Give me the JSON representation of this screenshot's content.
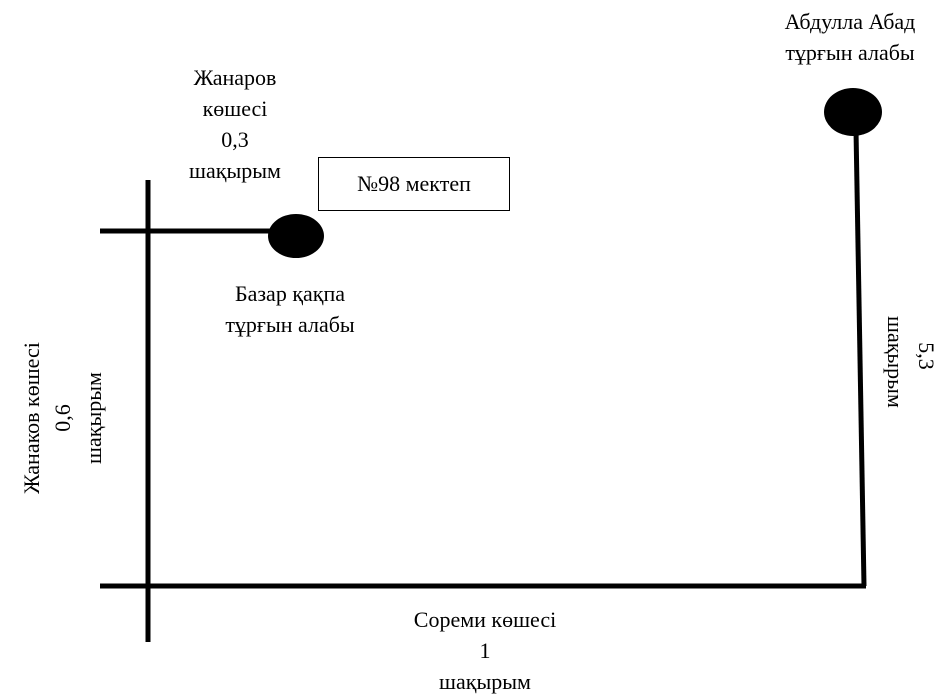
{
  "diagram": {
    "zhanarov_street": [
      "Жанаров",
      "көшесі",
      "0,3",
      "шақырым"
    ],
    "school": "№98 мектеп",
    "bazar_district": [
      "Базар қақпа",
      "тұрғын алабы"
    ],
    "abdulla_district": [
      "Абдулла Абад",
      "тұрғын алабы"
    ],
    "zhanakov_street": [
      "Жанаков көшесі",
      "0,6",
      "шақырым"
    ],
    "east_distance": [
      "5,3",
      "шақырым"
    ],
    "soremi_street": [
      "Сореми көшесі",
      "1",
      "шақырым"
    ]
  }
}
